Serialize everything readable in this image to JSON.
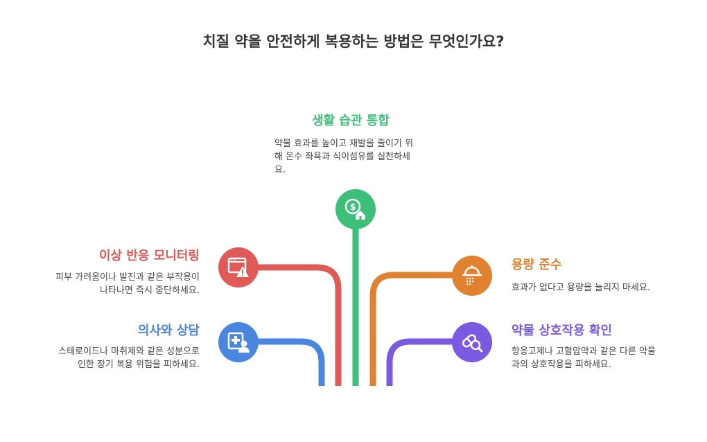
{
  "title": "치질 약을 안전하게 복용하는 방법은 무엇인가요?",
  "items": [
    {
      "id": "habit",
      "heading": "생활 습관 통합",
      "desc": "약물 효과를 높이고 재발을 줄이기 위\n해 온수 좌욕과 식이섬유를 실천하세\n요.",
      "color": "#3dbf7a",
      "icon": "dollar-house-icon"
    },
    {
      "id": "monitor",
      "heading": "이상 반응 모니터링",
      "desc": "피부 가려움이나 발진과 같은 부작용이\n나타나면 즉시 중단하세요.",
      "color": "#e05a57",
      "icon": "browser-warning-icon"
    },
    {
      "id": "consult",
      "heading": "의사와 상담",
      "desc": "스테로이드나 마취제와 같은 성분으로\n인한 장기 복용 위험을 피하세요.",
      "color": "#4a86e0",
      "icon": "doctor-icon"
    },
    {
      "id": "dose",
      "heading": "용량 준수",
      "desc": "효과가 없다고 용량을 늘리지 마세요.",
      "color": "#e0822f",
      "icon": "shower-icon"
    },
    {
      "id": "interaction",
      "heading": "약물 상호작용 확인",
      "desc": "항응고제나 고혈압약과 같은 다른 약물\n과의 상호작용을 피하세요.",
      "color": "#7a5ae0",
      "icon": "pill-search-icon"
    }
  ]
}
